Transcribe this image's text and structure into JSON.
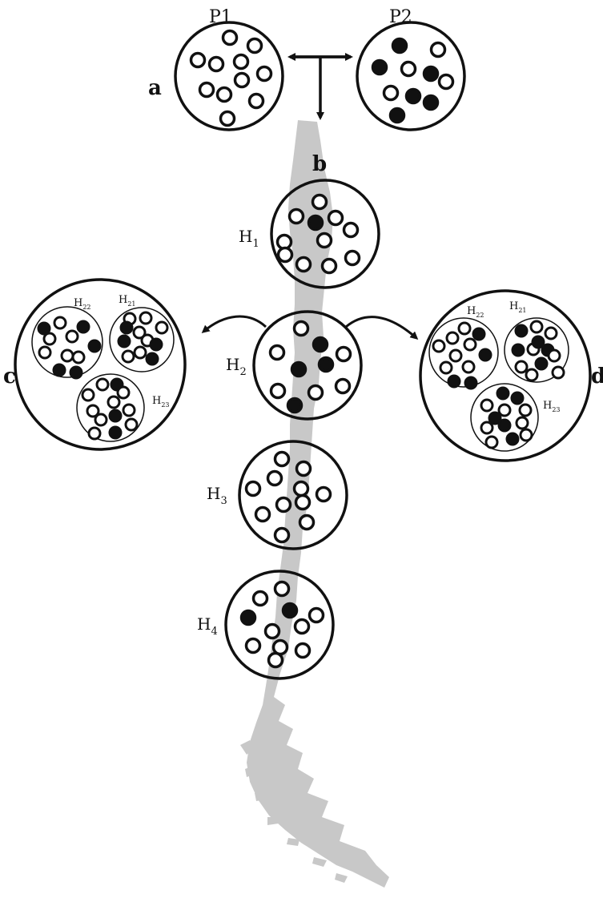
{
  "labels": {
    "p1": "P1",
    "p2": "P2",
    "a": "a",
    "b": "b",
    "c": "c",
    "d": "d",
    "h1": "H",
    "h1_sub": "1",
    "h2": "H",
    "h2_sub": "2",
    "h3": "H",
    "h3_sub": "3",
    "h4": "H",
    "h4_sub": "4",
    "c_h21": "H",
    "c_h21_sub": "21",
    "c_h22": "H",
    "c_h22_sub": "22",
    "c_h23": "H",
    "c_h23_sub": "23",
    "d_h21": "H",
    "d_h21_sub": "21",
    "d_h22": "H",
    "d_h22_sub": "22",
    "d_h23": "H",
    "d_h23_sub": "23"
  },
  "colors": {
    "stroke": "#111111",
    "fill_filled": "#111111",
    "fill_open": "#ffffff",
    "map": "#c8c8c8"
  }
}
